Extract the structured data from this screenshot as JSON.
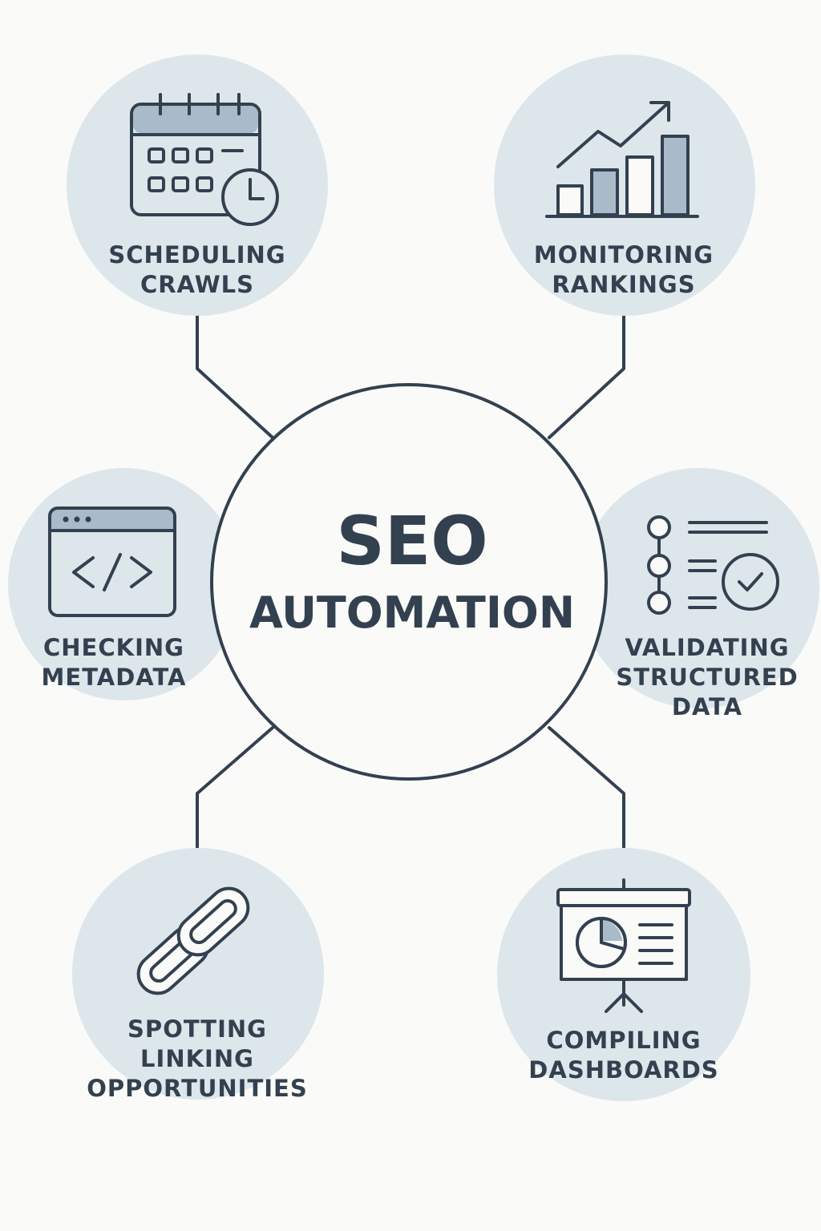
{
  "colors": {
    "ink": "#33404f",
    "node_fill": "#dde6eb",
    "accent_fill": "#a9bac8",
    "background": "#fafaf8"
  },
  "center": {
    "title": "SEO",
    "subtitle": "AUTOMATION"
  },
  "nodes": [
    {
      "id": "scheduling",
      "icon": "calendar-clock-icon",
      "lines": [
        "SCHEDULING",
        "CRAWLS"
      ]
    },
    {
      "id": "monitoring",
      "icon": "bar-chart-trend-icon",
      "lines": [
        "MONITORING",
        "RANKINGS"
      ]
    },
    {
      "id": "metadata",
      "icon": "code-window-icon",
      "lines": [
        "CHECKING",
        "METADATA"
      ]
    },
    {
      "id": "structured",
      "icon": "checklist-check-icon",
      "lines": [
        "VALIDATING",
        "STRUCTURED",
        "DATA"
      ]
    },
    {
      "id": "linking",
      "icon": "chain-link-icon",
      "lines": [
        "SPOTTING",
        "LINKING",
        "OPPORTUNITIES"
      ]
    },
    {
      "id": "dashboards",
      "icon": "presentation-board-icon",
      "lines": [
        "COMPILING",
        "DASHBOARDS"
      ]
    }
  ]
}
